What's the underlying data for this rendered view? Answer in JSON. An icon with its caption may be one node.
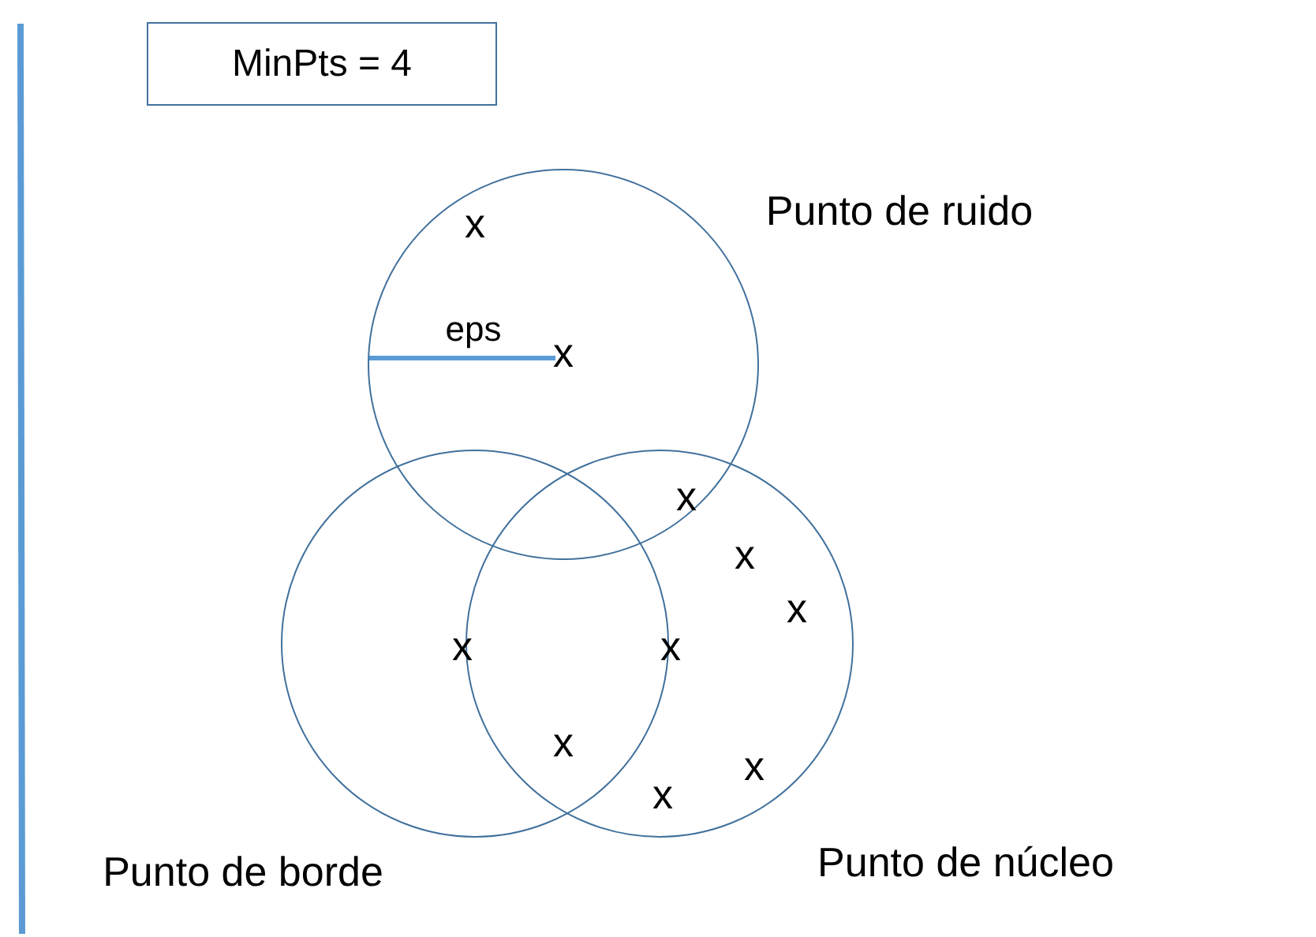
{
  "diagram": {
    "nodes": [
      {
        "text": [
          "MinPts = 4"
        ]
      },
      {
        "text": [],
        "shape": "circle",
        "beside": [
          "Punto de ruido"
        ]
      },
      {
        "text": [],
        "shape": "circle",
        "beside": [
          "Punto de borde"
        ]
      },
      {
        "text": [],
        "shape": "circle",
        "beside": [
          "Punto de núcleo"
        ]
      }
    ],
    "edges": [],
    "labels": [
      "x",
      "eps",
      "x",
      "x",
      "x",
      "x",
      "x",
      "x",
      "x",
      "x",
      "x"
    ]
  }
}
